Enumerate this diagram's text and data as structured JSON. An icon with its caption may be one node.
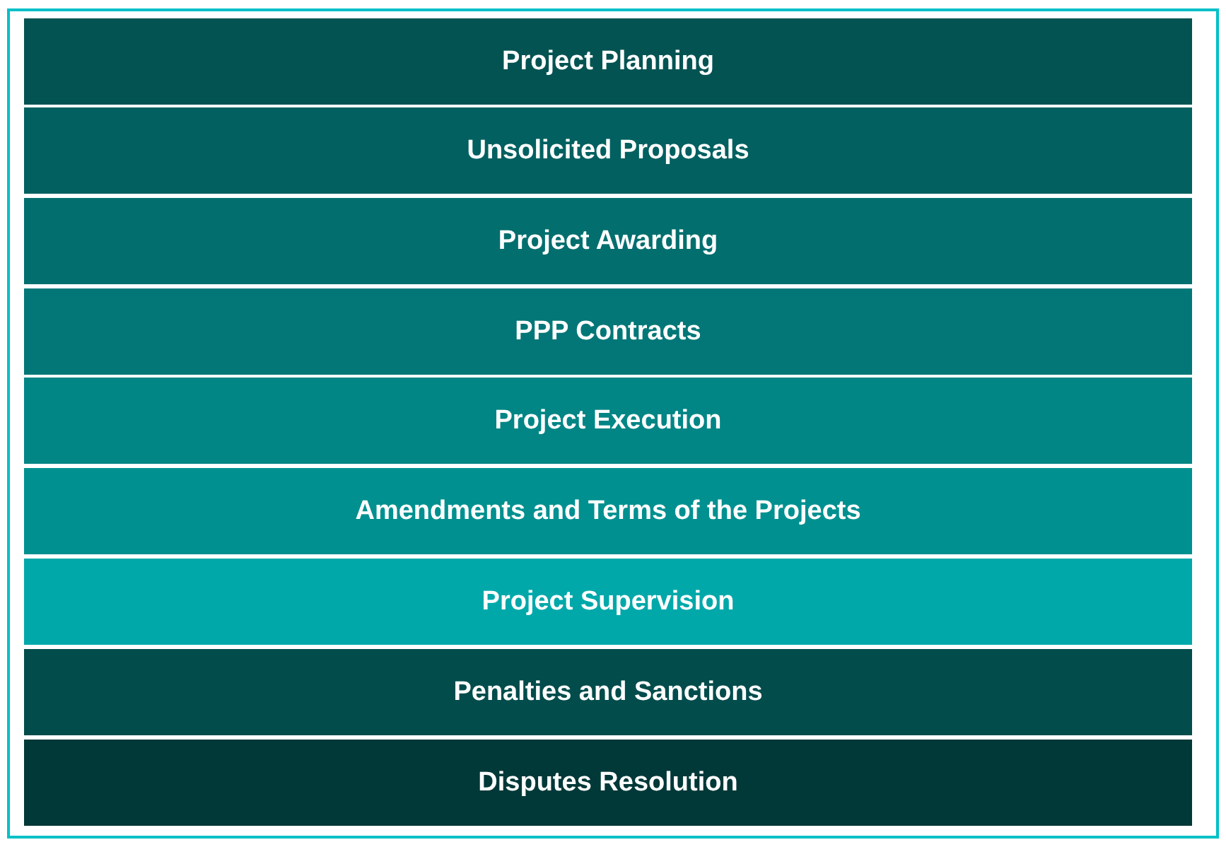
{
  "diagram": {
    "nodes": [
      {
        "text": [
          "Project Planning"
        ]
      },
      {
        "text": [
          "Unsolicited Proposals"
        ]
      },
      {
        "text": [
          "Project Awarding"
        ]
      },
      {
        "text": [
          "PPP Contracts"
        ]
      },
      {
        "text": [
          "Project Execution"
        ]
      },
      {
        "text": [
          "Amendments and Terms of the Projects"
        ]
      },
      {
        "text": [
          "Project Supervision"
        ]
      },
      {
        "text": [
          "Penalties and Sanctions"
        ]
      },
      {
        "text": [
          "Disputes Resolution"
        ]
      }
    ]
  }
}
